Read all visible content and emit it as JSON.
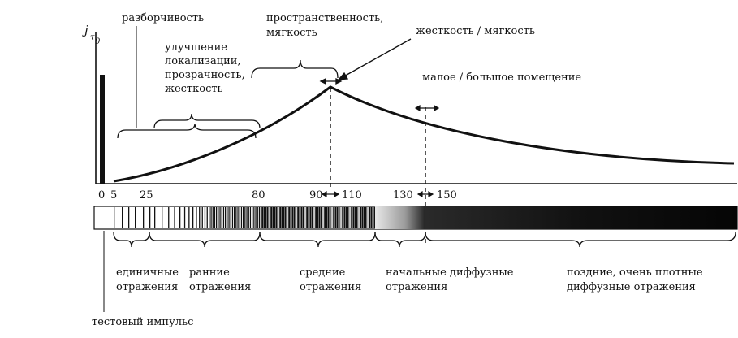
{
  "y_axis": {
    "label_main": "j",
    "label_sub": "τ",
    "label_subsub": "0"
  },
  "ticks": [
    "0",
    "5",
    "25",
    "80",
    "90",
    "110",
    "130",
    "150"
  ],
  "top_labels": {
    "intelligibility": "разборчивость",
    "localization": [
      "улучшение",
      "локализации,",
      "прозрачность,",
      "жесткость"
    ],
    "spaciousness": [
      "пространственность,",
      "мягкость"
    ],
    "hardness": "жесткость / мягкость",
    "room_size": "малое / большое помещение"
  },
  "bottom_labels": {
    "single": [
      "единичные",
      "отражения"
    ],
    "early": [
      "ранние",
      "отражения"
    ],
    "middle": [
      "средние",
      "отражения"
    ],
    "initial_diffuse": [
      "начальные диффузные",
      "отражения"
    ],
    "late": [
      "поздние, очень плотные",
      "диффузные отражения"
    ],
    "test_pulse": "тестовый импульс"
  },
  "colors": {
    "ink": "#111111",
    "background": "#ffffff"
  }
}
